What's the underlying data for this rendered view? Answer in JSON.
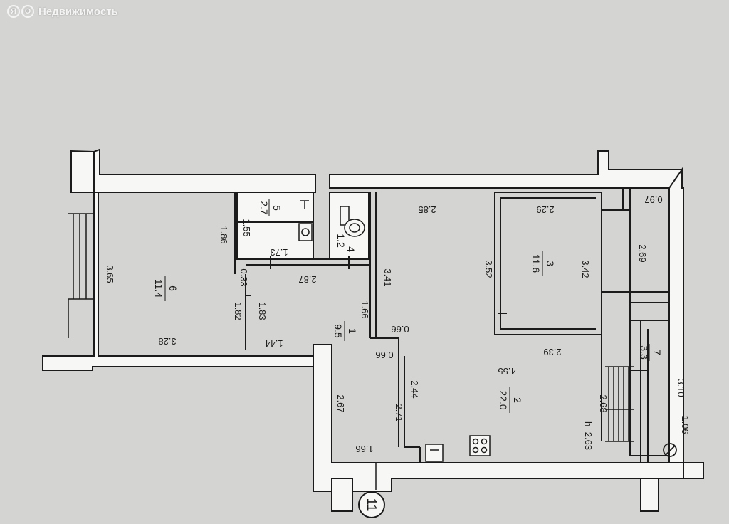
{
  "watermark": {
    "letters": [
      "Я",
      "О"
    ],
    "text": "Недвижимость"
  },
  "axis_marker": "11",
  "ceiling_height": "h=2.63",
  "rooms": [
    {
      "number": "1",
      "area": "9.5"
    },
    {
      "number": "2",
      "area": "22.0"
    },
    {
      "number": "3",
      "area": "11.6"
    },
    {
      "number": "4",
      "area": "1.2"
    },
    {
      "number": "5",
      "area": "2.7"
    },
    {
      "number": "6",
      "area": "11.4"
    },
    {
      "number": "7",
      "area": "3.3"
    }
  ],
  "dimensions": [
    "3.65",
    "3.28",
    "1.86",
    "0.33",
    "1.55",
    "1.73",
    "2.87",
    "1.82",
    "1.83",
    "1.44",
    "1.66",
    "3.41",
    "0.66",
    "0.66",
    "2.67",
    "2.71",
    "2.44",
    "1.66",
    "2.85",
    "4.55",
    "3.52",
    "2.29",
    "3.42",
    "2.39",
    "0.97",
    "2.69",
    "2.68",
    "3.10",
    "1.06"
  ],
  "colors": {
    "paper": "#d4d5d2",
    "wall_fill": "#f7f7f5",
    "line": "#1b1b1b"
  },
  "icons": [
    "stove-icon",
    "sink-icon",
    "toilet-icon",
    "washbasin-icon",
    "bathtub-icon",
    "no-entry-icon",
    "stairs-icon"
  ]
}
